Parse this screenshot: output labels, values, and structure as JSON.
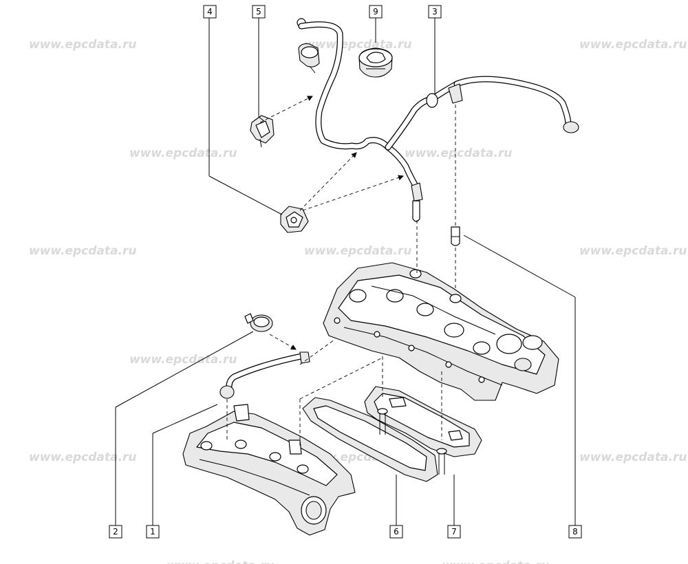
{
  "watermark": "www.epcdata.ru",
  "callouts": {
    "c1": "1",
    "c2": "2",
    "c3": "3",
    "c4": "4",
    "c5": "5",
    "c6": "6",
    "c7": "7",
    "c8": "8",
    "c9": "9"
  }
}
